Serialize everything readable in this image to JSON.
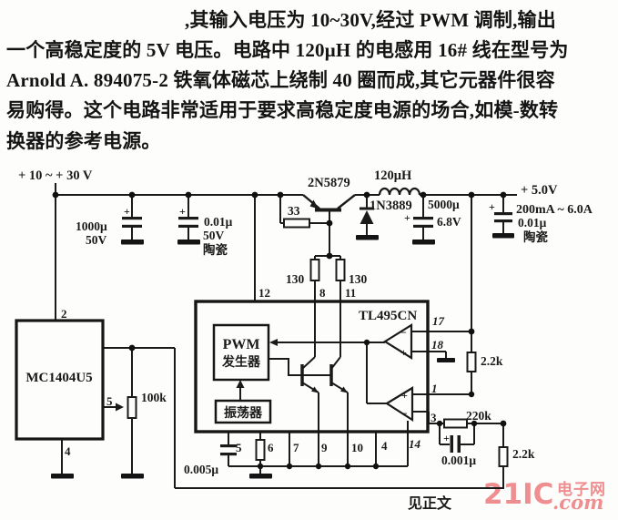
{
  "text": {
    "lines": [
      ",其输入电压为 10~30V,经过 PWM 调制,输出",
      "一个高稳定度的 5V 电压。电路中 120μH 的电感用 16# 线在型号为",
      "Arnold A. 894075-2 铁氧体磁芯上绕制 40 圈而成,其它元器件很容",
      "易购得。这个电路非常适用于要求高稳定度电源的场合,如模-数转",
      "换器的参考电源。"
    ]
  },
  "labels": {
    "supply": "+ 10 ~ + 30 V",
    "c1": "1000μ",
    "c1v": "50V",
    "c2": "0.01μ",
    "c2v": "50V",
    "c2t": "陶瓷",
    "r33": "33",
    "q1": "2N5879",
    "l1": "120μH",
    "d1": "1N3889",
    "c3": "5000μ",
    "c3v": "6.8V",
    "outv": "+ 5.0V",
    "outi": "200mA ~ 6.0A",
    "c6": "0.01μ",
    "c6t": "陶瓷",
    "r130a": "130",
    "r130b": "130",
    "ic2": "TL495CN",
    "ic1": "MC1404U5",
    "pwm1": "PWM",
    "pwm2": "发生器",
    "osc": "振荡器",
    "r100k": "100k",
    "r22k_a": "2.2k",
    "r220k": "220k",
    "r22k_b": "2.2k",
    "c4": "0.005μ",
    "c5": "0.001μ",
    "caption": "见正文",
    "plus": "+",
    "minus": "−"
  },
  "pins": {
    "p2": "2",
    "p4": "4",
    "p5mc": "5",
    "p12": "12",
    "p8": "8",
    "p11": "11",
    "p17": "17",
    "p18": "18",
    "p1": "1",
    "p3": "3",
    "b5": "5",
    "b6": "6",
    "b7": "7",
    "b9": "9",
    "b10": "10",
    "b4": "4",
    "b14": "14"
  },
  "watermark": {
    "brand": "21IC",
    "cn": "电子网",
    "tld": ".com",
    "color": "#ef8e90"
  }
}
